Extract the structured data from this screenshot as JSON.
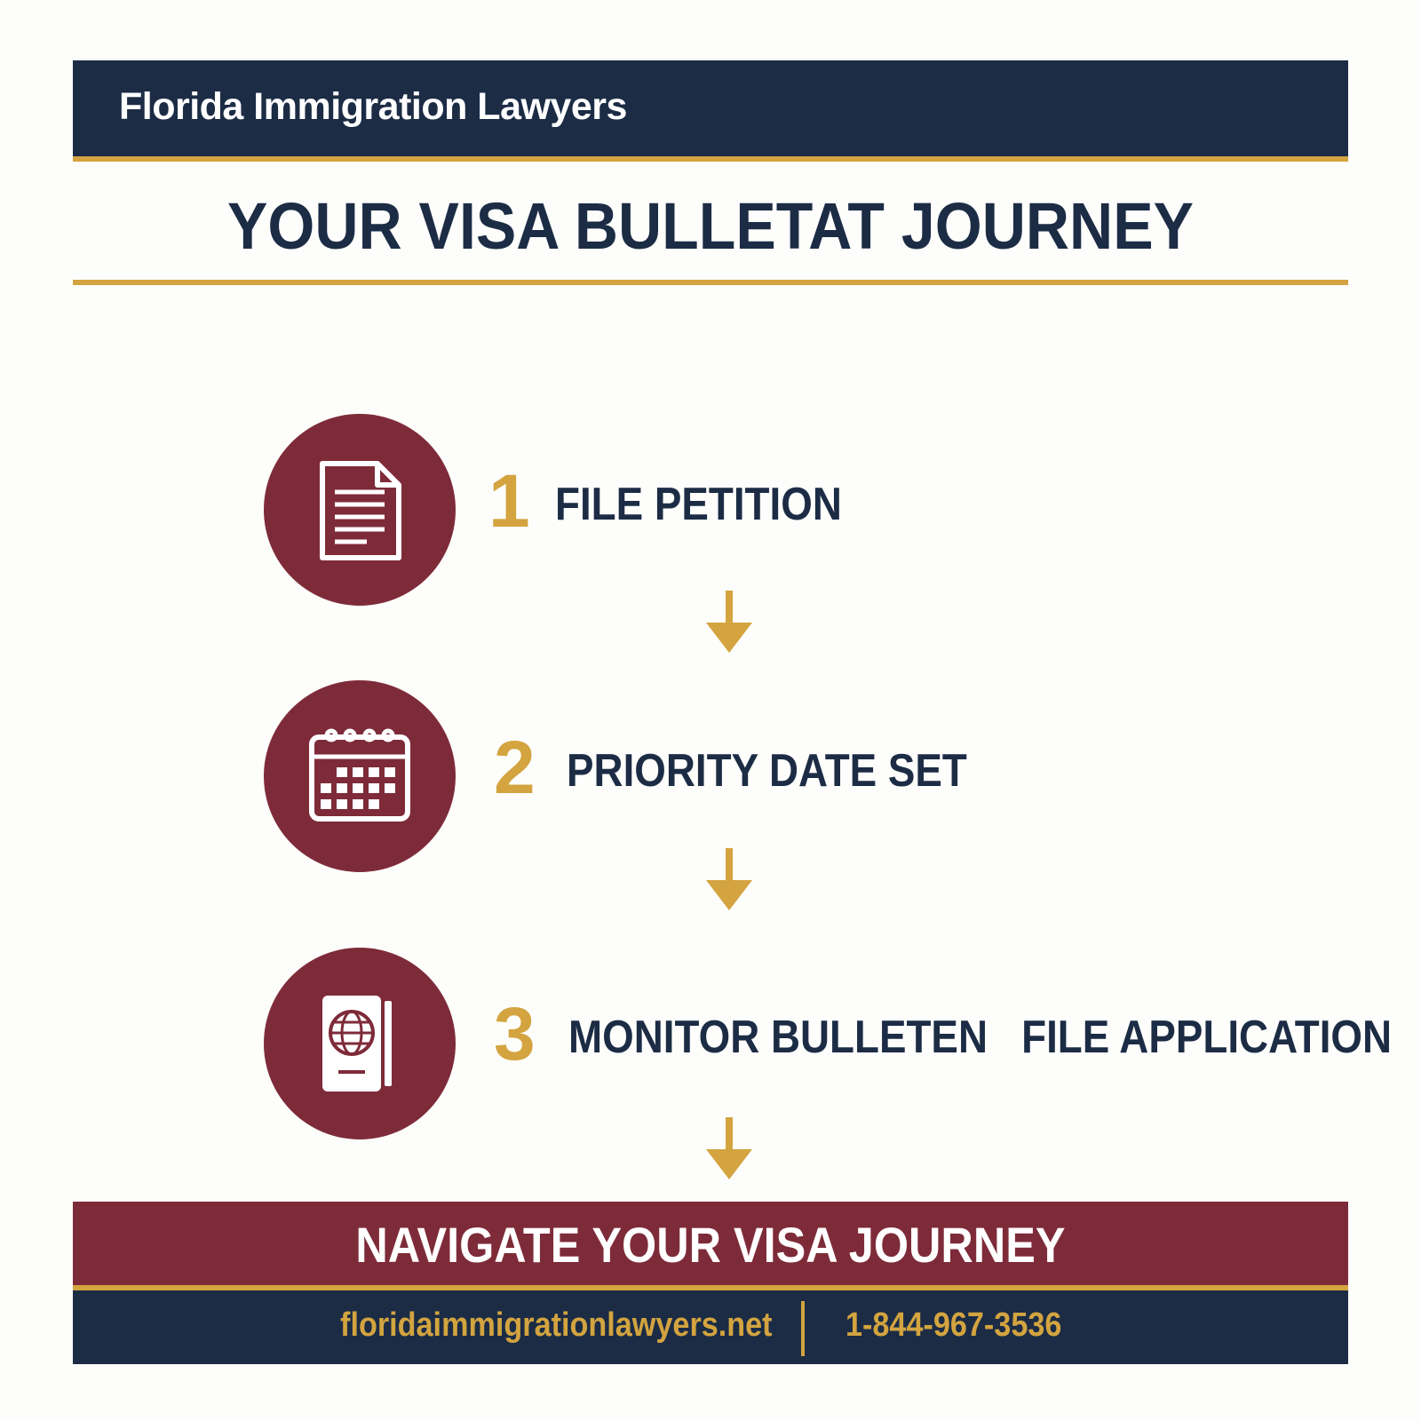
{
  "header": {
    "brand": "Florida Immigration Lawyers"
  },
  "title": "YOUR VISA BULLETAT JOURNEY",
  "steps": [
    {
      "number": "1",
      "label": "FILE PETITION",
      "icon": "document-icon"
    },
    {
      "number": "2",
      "label": "PRIORITY DATE SET",
      "icon": "calendar-icon"
    },
    {
      "number": "3",
      "label": "MONITOR BULLETEN   FILE APPLICATION",
      "icon": "passport-icon"
    }
  ],
  "cta": "NAVIGATE YOUR VISA JOURNEY",
  "footer": {
    "website": "floridaimmigrationlawyers.net",
    "phone": "1-844-967-3536"
  },
  "colors": {
    "navy": "#1c2c45",
    "gold": "#d3a43f",
    "maroon": "#7e2b39",
    "background": "#fdfdfb"
  }
}
